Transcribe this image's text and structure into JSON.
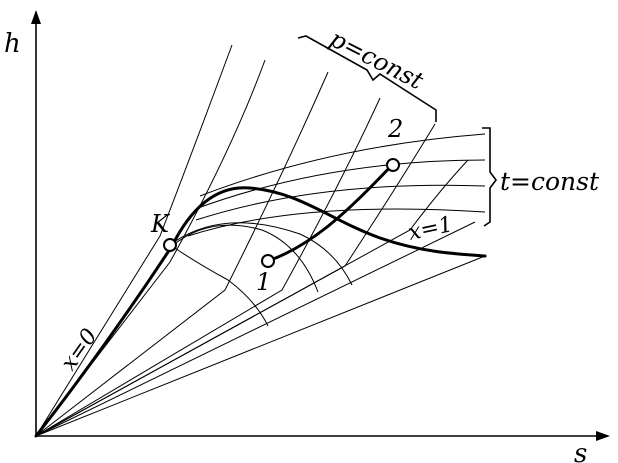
{
  "axes": {
    "y_label": "h",
    "x_label": "s"
  },
  "labels": {
    "p_const": "p=const",
    "t_const": "t=const",
    "x_zero": "x=0",
    "x_one": "x=1",
    "critical_point": "K",
    "point_1": "1",
    "point_2": "2"
  },
  "colors": {
    "ink": "#000000",
    "background": "#ffffff"
  }
}
